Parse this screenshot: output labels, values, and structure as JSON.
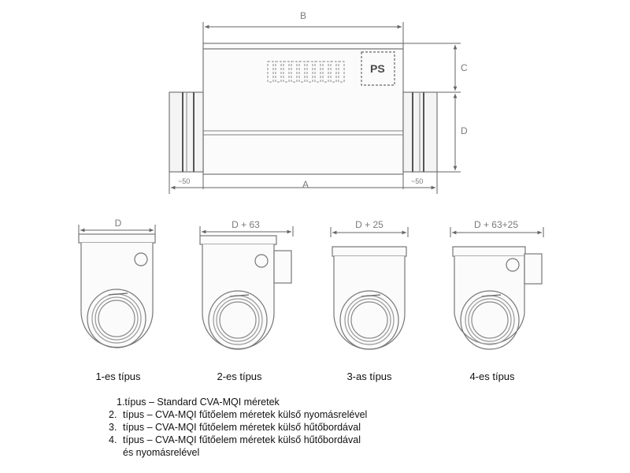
{
  "top_view": {
    "dim_b": "B",
    "dim_c": "C",
    "dim_d": "D",
    "dim_a": "A",
    "dim_left_collar": "~50",
    "dim_right_collar": "~50",
    "ps_label": "PS"
  },
  "types": [
    {
      "dim": "D",
      "caption": "1-es típus"
    },
    {
      "dim": "D + 63",
      "caption": "2-es típus"
    },
    {
      "dim": "D + 25",
      "caption": "3-as típus"
    },
    {
      "dim": "D + 63+25",
      "caption": "4-es típus"
    }
  ],
  "legend": [
    {
      "num": "",
      "text": "1.típus – Standard CVA-MQI méretek"
    },
    {
      "num": "2.",
      "text": "típus – CVA-MQI fűtőelem méretek külső nyomásrelével"
    },
    {
      "num": "3.",
      "text": "típus – CVA-MQI fűtőelem méretek külső hűtőbordával"
    },
    {
      "num": "4.",
      "text": "típus – CVA-MQI fűtőelem méretek külső hűtőbordával"
    },
    {
      "num": "",
      "text": "és nyomásrelével"
    }
  ]
}
